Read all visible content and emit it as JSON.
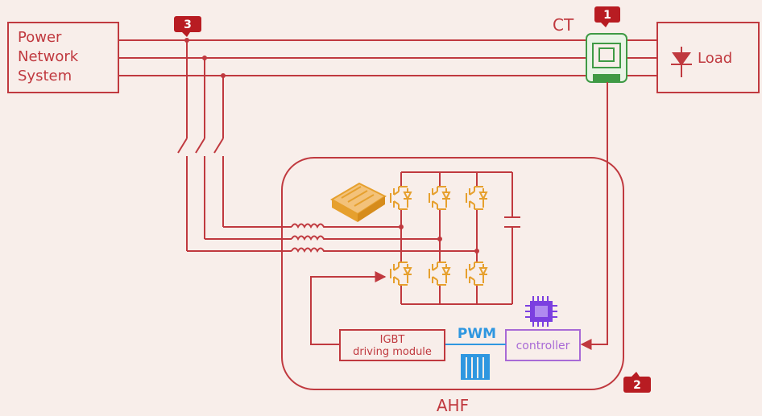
{
  "blocks": {
    "power_network": [
      "Power",
      "Network",
      "System"
    ],
    "load": "Load",
    "ct": "CT",
    "ahf": "AHF",
    "igbt_module": [
      "IGBT",
      "driving module"
    ],
    "controller": "controller",
    "pwm": "PWM"
  },
  "badges": {
    "badge_1": "1",
    "badge_2": "2",
    "badge_3": "3"
  },
  "colors": {
    "background": "#f8eeea",
    "line": "#c0393f",
    "badge": "#b81c22",
    "igbt": "#e6a02e",
    "ct": "#3f9a45",
    "controller": "#a86ad6",
    "chip": "#7b3fe0",
    "pwm": "#2f97e0"
  }
}
